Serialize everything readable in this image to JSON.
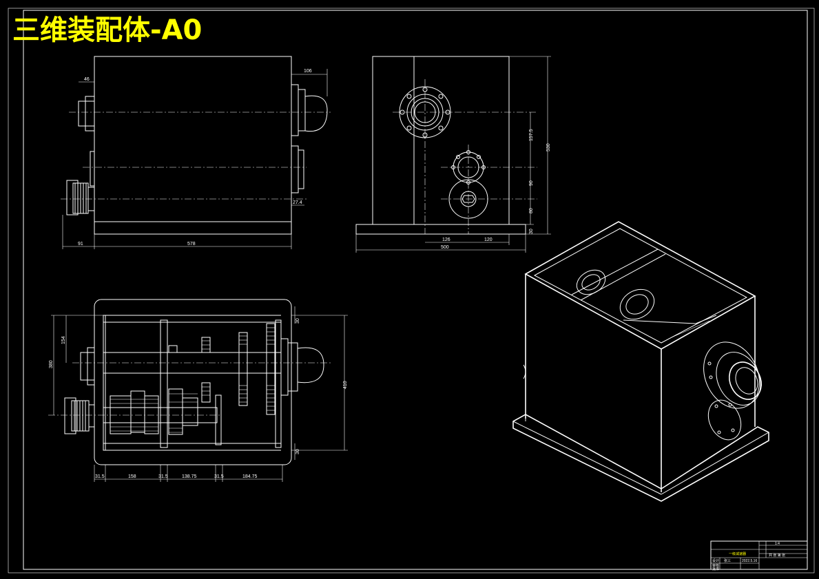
{
  "drawing": {
    "title": "三维装配体-A0",
    "colors": {
      "background": "#000000",
      "lines": "#ffffff",
      "title": "#ffff00"
    }
  },
  "front_view": {
    "dims": {
      "top_left": "46",
      "top_right": "106",
      "right_small": "27.4",
      "bottom_left": "91",
      "bottom_main": "578"
    }
  },
  "side_view": {
    "dims": {
      "v1": "157.5",
      "v2": "530",
      "v3": "90",
      "v4": "80",
      "v5": "30",
      "h1": "126",
      "h2": "120",
      "h3": "500"
    }
  },
  "top_view": {
    "dims": {
      "left1": "154",
      "left2": "380",
      "right_main": "410",
      "right_top": "30",
      "right_bottom": "30",
      "b1": "31.5",
      "b2": "158",
      "b3": "31.5",
      "b4": "138.75",
      "b5": "31.5",
      "b6": "184.75"
    }
  },
  "title_block": {
    "name": "一级减速器",
    "scale": "1:4",
    "date": "2022.5.16",
    "designer": "张三",
    "row_label1": "设计",
    "row_label2": "审核",
    "row_label3": "批准",
    "sheet": "共 张 第 张"
  }
}
